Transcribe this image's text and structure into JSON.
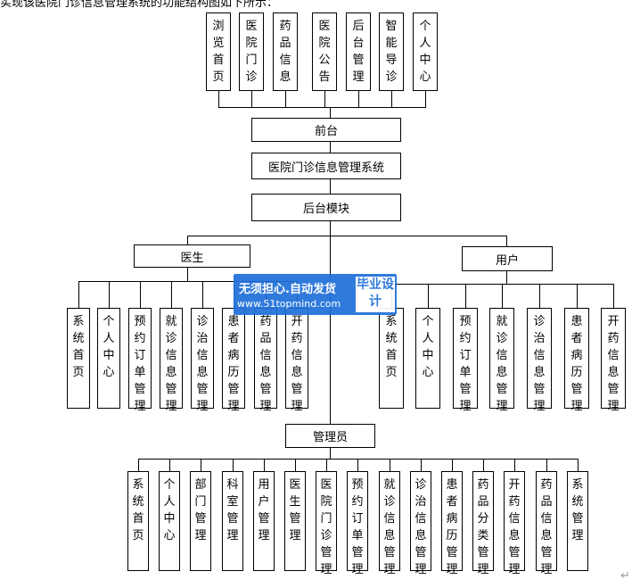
{
  "header_text": "实现该医院门诊信息管理系统的功能结构图如下所示：",
  "frontend_items": [
    {
      "chars": [
        "浏",
        "览",
        "首",
        "页"
      ]
    },
    {
      "chars": [
        "医",
        "院",
        "门",
        "诊"
      ]
    },
    {
      "chars": [
        "药",
        "品",
        "信",
        "息"
      ]
    },
    {
      "chars": [
        "医",
        "院",
        "公",
        "告"
      ]
    },
    {
      "chars": [
        "后",
        "台",
        "管",
        "理"
      ]
    },
    {
      "chars": [
        "智",
        "能",
        "导",
        "诊"
      ]
    },
    {
      "chars": [
        "个",
        "人",
        "中",
        "心"
      ]
    }
  ],
  "frontend_label": "前台",
  "system_label": "医院门诊信息管理系统",
  "backend_label": "后台模块",
  "doctor_label": "医生",
  "user_label": "用户",
  "admin_label": "管理员",
  "doctor_items": [
    {
      "chars": [
        "系",
        "统",
        "首",
        "页"
      ]
    },
    {
      "chars": [
        "个",
        "人",
        "中",
        "心"
      ]
    },
    {
      "chars": [
        "预",
        "约",
        "订",
        "单",
        "管",
        "理"
      ]
    },
    {
      "chars": [
        "就",
        "诊",
        "信",
        "息",
        "管",
        "理"
      ]
    },
    {
      "chars": [
        "诊",
        "治",
        "信",
        "息",
        "管",
        "理"
      ]
    },
    {
      "chars": [
        "患",
        "者",
        "病",
        "历",
        "管",
        "理"
      ]
    },
    {
      "chars": [
        "药",
        "品",
        "信",
        "息",
        "管",
        "理"
      ]
    },
    {
      "chars": [
        "开",
        "药",
        "信",
        "息",
        "管",
        "理"
      ]
    }
  ],
  "user_items": [
    {
      "chars": [
        "系",
        "统",
        "首",
        "页"
      ]
    },
    {
      "chars": [
        "个",
        "人",
        "中",
        "心"
      ]
    },
    {
      "chars": [
        "预",
        "约",
        "订",
        "单",
        "管",
        "理"
      ]
    },
    {
      "chars": [
        "就",
        "诊",
        "信",
        "息",
        "管",
        "理"
      ]
    },
    {
      "chars": [
        "诊",
        "治",
        "信",
        "息",
        "管",
        "理"
      ]
    },
    {
      "chars": [
        "患",
        "者",
        "病",
        "历",
        "管",
        "理"
      ]
    },
    {
      "chars": [
        "开",
        "药",
        "信",
        "息",
        "管",
        "理"
      ]
    }
  ],
  "admin_items": [
    {
      "chars": [
        "系",
        "统",
        "首",
        "页"
      ]
    },
    {
      "chars": [
        "个",
        "人",
        "中",
        "心"
      ]
    },
    {
      "chars": [
        "部",
        "门",
        "管",
        "理"
      ]
    },
    {
      "chars": [
        "科",
        "室",
        "管",
        "理"
      ]
    },
    {
      "chars": [
        "用",
        "户",
        "管",
        "理"
      ]
    },
    {
      "chars": [
        "医",
        "生",
        "管",
        "理"
      ]
    },
    {
      "chars": [
        "医",
        "院",
        "门",
        "诊",
        "管",
        "理"
      ]
    },
    {
      "chars": [
        "预",
        "约",
        "订",
        "单",
        "管",
        "理"
      ]
    },
    {
      "chars": [
        "就",
        "诊",
        "信",
        "息",
        "管",
        "理"
      ]
    },
    {
      "chars": [
        "诊",
        "治",
        "信",
        "息",
        "管",
        "理"
      ]
    },
    {
      "chars": [
        "患",
        "者",
        "病",
        "历",
        "管",
        "理"
      ]
    },
    {
      "chars": [
        "药",
        "品",
        "分",
        "类",
        "管",
        "理"
      ]
    },
    {
      "chars": [
        "开",
        "药",
        "信",
        "息",
        "管",
        "理"
      ]
    },
    {
      "chars": [
        "药",
        "品",
        "信",
        "息",
        "管",
        "理"
      ]
    },
    {
      "chars": [
        "系",
        "统",
        "管",
        "理"
      ]
    }
  ],
  "watermark": {
    "line1": "无须担心.自动发货",
    "line2": "www.51topmind.com",
    "badge": "毕业设计"
  },
  "return_mark": "↵"
}
